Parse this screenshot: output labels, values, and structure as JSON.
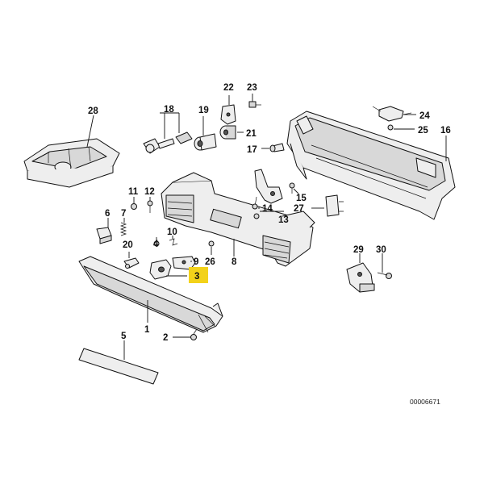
{
  "diagram": {
    "reference_number": "00006671",
    "highlighted_part": "3",
    "highlight_color": "#f3d21a",
    "callouts": [
      "1",
      "2",
      "3",
      "4",
      "5",
      "6",
      "7",
      "8",
      "9",
      "10",
      "11",
      "12",
      "13",
      "14",
      "15",
      "16",
      "17",
      "18",
      "19",
      "20",
      "21",
      "22",
      "23",
      "24",
      "25",
      "26",
      "27",
      "28",
      "29",
      "30"
    ]
  }
}
